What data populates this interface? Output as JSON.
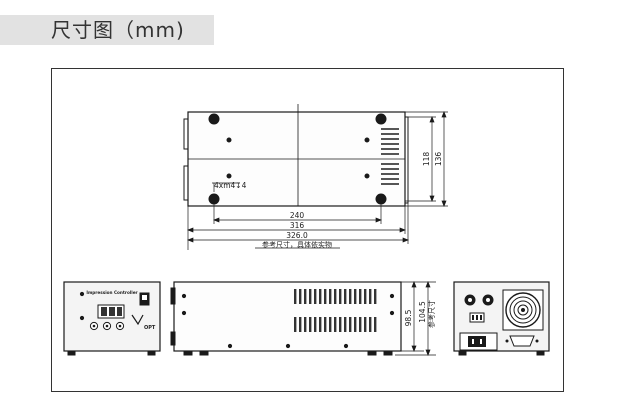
{
  "header": {
    "title": "尺寸图（mm)"
  },
  "top_view": {
    "hole_callout": "4xm4",
    "hole_depth": "4",
    "dims": {
      "width_inner": "240",
      "width_mid": "316",
      "width_total": "326.0",
      "height_inner": "118",
      "height_total": "136"
    },
    "reference_note": "参考尺寸，具体依实物"
  },
  "side_view": {
    "dims": {
      "height_inner": "98.5",
      "height_total": "104.5"
    },
    "reference_note": "参考尺寸"
  },
  "front_panel": {
    "brand_label": "Impression Controller",
    "brand_logo": "OPT"
  },
  "colors": {
    "line": "#1a1a1a",
    "title_bar": "#e2e2e2",
    "title_text": "#333333",
    "panel_fill": "#f4f4f4",
    "device_fill": "#fdfdfd"
  }
}
